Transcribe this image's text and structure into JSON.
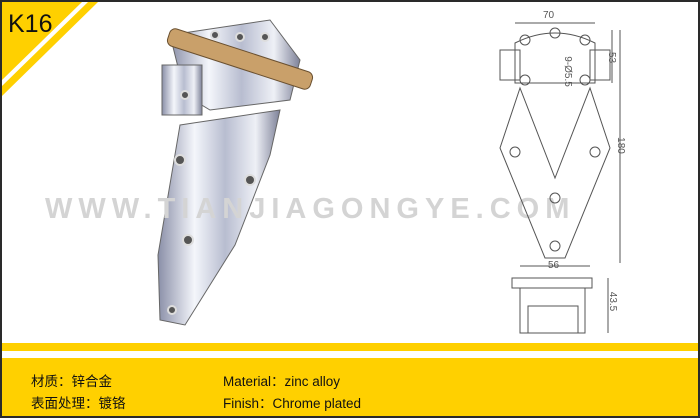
{
  "model": "K16",
  "watermark": "WWW.TIANJIAGONGYE.COM",
  "drawing": {
    "width_top": "70",
    "height_top": "53",
    "holes": "9-Ø5.5",
    "height_total": "180",
    "width_bottom": "56",
    "depth": "43.5"
  },
  "specs": {
    "material_cn": "材质：锌合金",
    "finish_cn": "表面处理：镀铬",
    "material_en": "Material：zinc  alloy",
    "finish_en": "Finish：Chrome  plated"
  },
  "colors": {
    "accent": "#ffd000",
    "border": "#2a2a2a"
  }
}
